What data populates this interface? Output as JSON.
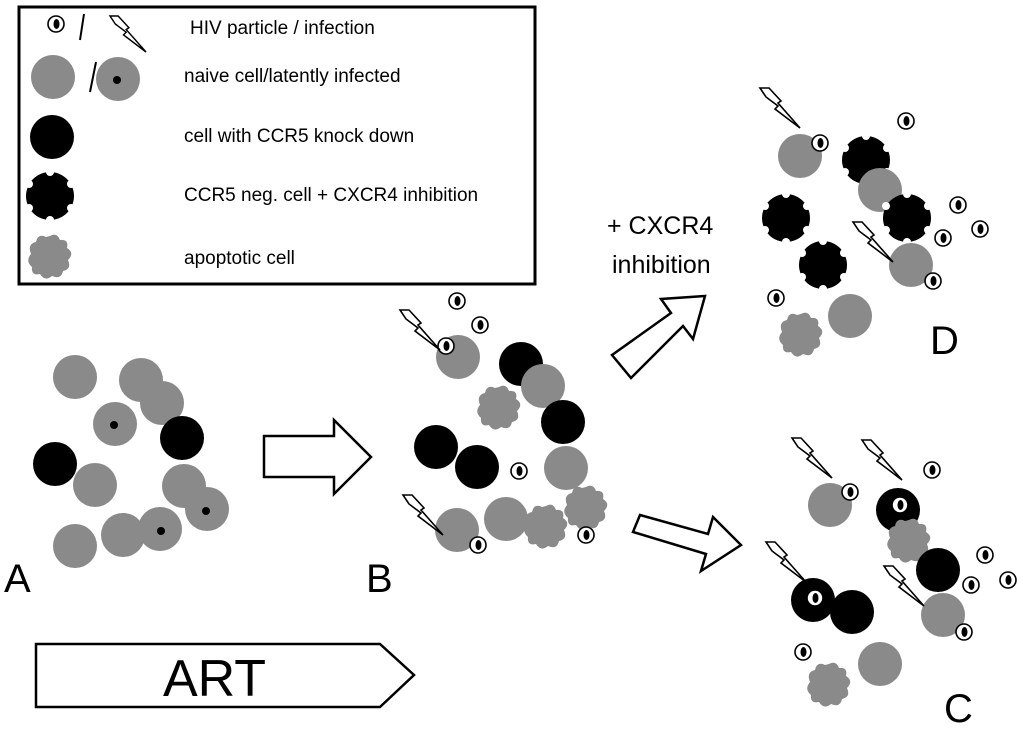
{
  "colors": {
    "naive_cell": "#8a8a8a",
    "ccr5_knockdown_cell": "#000000",
    "ccr5_neg_cxcr4_inhibited_cell": "#000000",
    "apoptotic_cell": "#8a8a8a",
    "latent_nucleus": "#000000",
    "hiv_particle_fill": "#ffffff",
    "outline": "#000000",
    "background": "#ffffff"
  },
  "legend": {
    "items": [
      {
        "glyph": "hiv-particle-and-lightning-icon",
        "label": "HIV particle / infection"
      },
      {
        "glyph": "naive-and-latent-cell-icon",
        "label": "naive cell/latently infected"
      },
      {
        "glyph": "ccr5-knockdown-cell-icon",
        "label": "cell with CCR5 knock down"
      },
      {
        "glyph": "ccr5-neg-cxcr4-inhibited-cell-icon",
        "label": "CCR5 neg. cell + CXCR4 inhibition"
      },
      {
        "glyph": "apoptotic-cell-icon",
        "label": "apoptotic cell"
      }
    ]
  },
  "panels": {
    "a_label": "A",
    "b_label": "B",
    "c_label": "C",
    "d_label": "D"
  },
  "arrows": {
    "art_label": "ART",
    "inhibition_line1": "+ CXCR4",
    "inhibition_line2": "inhibition"
  }
}
